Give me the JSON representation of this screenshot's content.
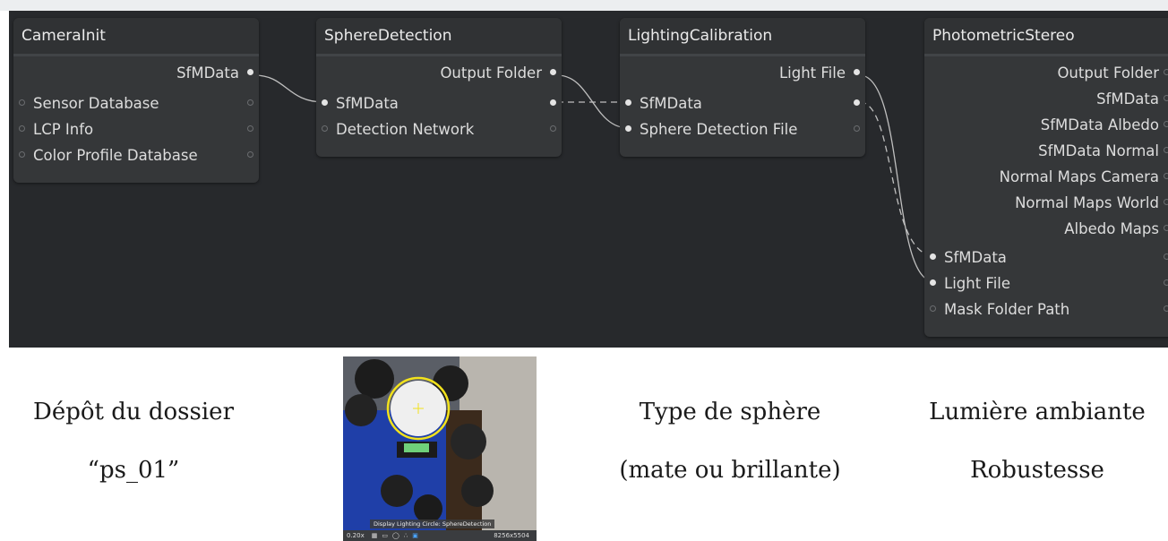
{
  "nodes": {
    "camera_init": {
      "title": "CameraInit",
      "outputs": [
        "SfMData"
      ],
      "inputs": [
        "Sensor Database",
        "LCP Info",
        "Color Profile Database"
      ]
    },
    "sphere_detection": {
      "title": "SphereDetection",
      "outputs": [
        "Output Folder"
      ],
      "inputs": [
        "SfMData",
        "Detection Network"
      ]
    },
    "lighting_calibration": {
      "title": "LightingCalibration",
      "outputs": [
        "Light File"
      ],
      "inputs": [
        "SfMData",
        "Sphere Detection File"
      ]
    },
    "photometric_stereo": {
      "title": "PhotometricStereo",
      "outputs": [
        "Output Folder",
        "SfMData",
        "SfMData Albedo",
        "SfMData Normal",
        "Normal Maps Camera",
        "Normal Maps World",
        "Albedo Maps"
      ],
      "inputs": [
        "SfMData",
        "Light File",
        "Mask Folder Path"
      ]
    }
  },
  "captions": {
    "folder_line1": "Dépôt du dossier",
    "folder_line2": "“ps_01”",
    "sphere_line1": "Type de sphère",
    "sphere_line2": "(mate ou brillante)",
    "light_line1": "Lumière ambiante",
    "light_line2": "Robustesse"
  },
  "viewer": {
    "overlay_label": "Display Lighting Circle: SphereDetection",
    "zoom": "0.20x",
    "resolution": "8256x5504"
  },
  "colors": {
    "graph_bg": "#27292c",
    "node_bg": "#353739",
    "wire": "#bfbfbf",
    "circle": "#f2e21c"
  }
}
